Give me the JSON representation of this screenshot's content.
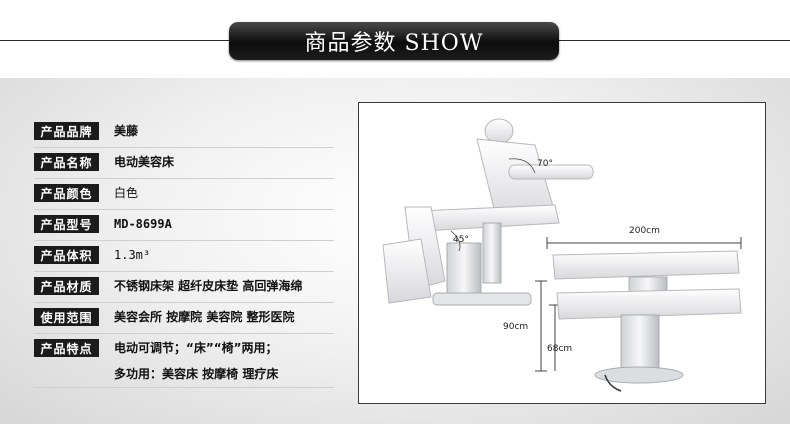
{
  "banner": {
    "title": "商品参数 SHOW"
  },
  "specs": [
    {
      "label": "产品品牌",
      "value": "美藤"
    },
    {
      "label": "产品名称",
      "value": "电动美容床"
    },
    {
      "label": "产品颜色",
      "value": "白色"
    },
    {
      "label": "产品型号",
      "value": "MD-8699A"
    },
    {
      "label": "产品体积",
      "value": "1.3m³"
    },
    {
      "label": "产品材质",
      "value": "不锈钢床架 超纤皮床垫 高回弹海绵"
    },
    {
      "label": "使用范围",
      "value": "美容会所 按摩院 美容院 整形医院"
    },
    {
      "label": "产品特点",
      "value": "电动可调节；“床”“椅”两用；",
      "extra": "多功用：美容床 按摩椅 理疗床"
    }
  ],
  "photo": {
    "angle_top": "70°",
    "angle_bottom": "45°",
    "length": "200cm",
    "height_max": "90cm",
    "height_min": "68cm"
  }
}
